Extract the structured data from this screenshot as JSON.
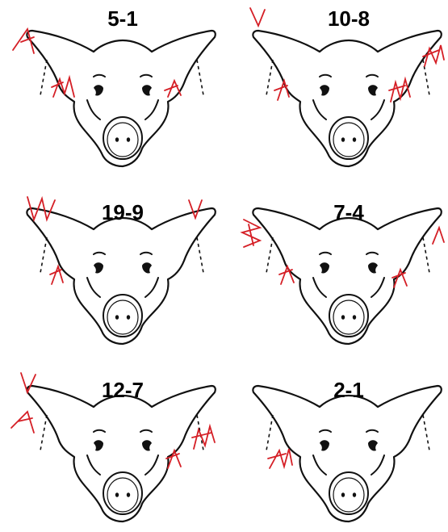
{
  "figure": {
    "colors": {
      "outline": "#111111",
      "notch": "#d51f26",
      "background": "#ffffff"
    },
    "pigs": [
      {
        "label": "5-1"
      },
      {
        "label": "10-8"
      },
      {
        "label": "19-9"
      },
      {
        "label": "7-4"
      },
      {
        "label": "12-7"
      },
      {
        "label": "2-1"
      }
    ]
  }
}
